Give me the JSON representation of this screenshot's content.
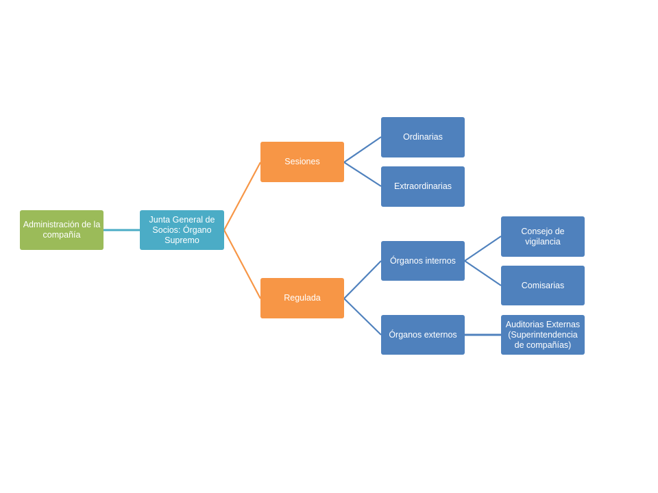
{
  "diagram": {
    "colors": {
      "root": "#9bbb59",
      "level1": "#4bacc6",
      "level2": "#f79646",
      "level3": "#4f81bd",
      "connector_teal": "#4bacc6",
      "connector_orange": "#f79646",
      "connector_blue": "#4f81bd"
    },
    "nodes": {
      "admin": "Administración de la compañía",
      "junta": "Junta General de Socios: Órgano Supremo",
      "sesiones": "Sesiones",
      "regulada": "Regulada",
      "ordinarias": "Ordinarias",
      "extraordinarias": "Extraordinarias",
      "organos_internos": "Órganos internos",
      "organos_externos": "Órganos externos",
      "consejo": "Consejo de vigilancia",
      "comisarias": "Comisarias",
      "auditorias": "Auditorias Externas (Superintendencia de compañías)"
    }
  }
}
